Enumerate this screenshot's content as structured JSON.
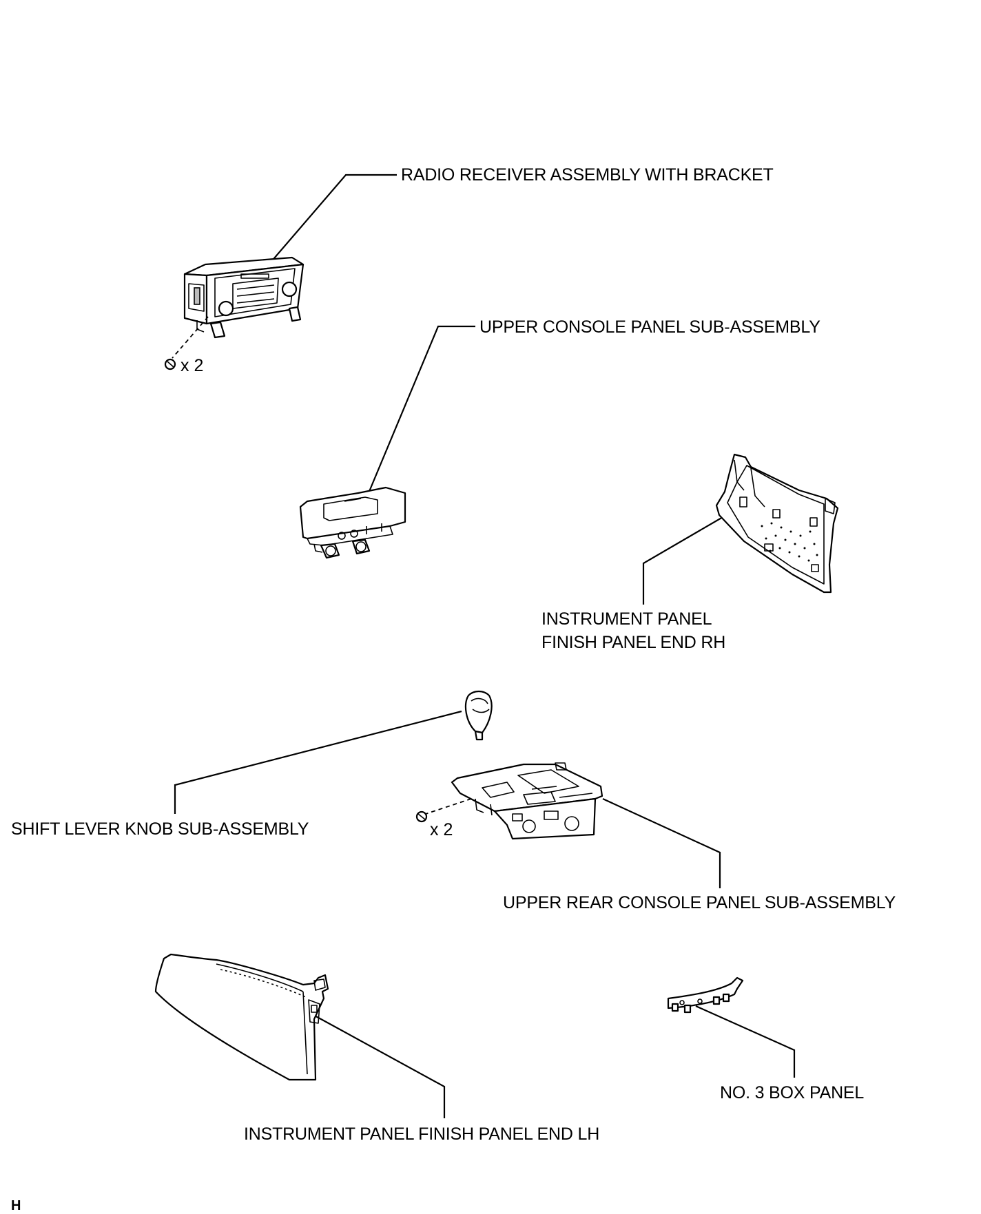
{
  "labels": {
    "radio_receiver": "RADIO RECEIVER ASSEMBLY WITH BRACKET",
    "upper_console": "UPPER CONSOLE PANEL SUB-ASSEMBLY",
    "finish_end_rh_line1": "INSTRUMENT PANEL",
    "finish_end_rh_line2": "FINISH PANEL END RH",
    "shift_knob": "SHIFT LEVER KNOB SUB-ASSEMBLY",
    "upper_rear_console": "UPPER REAR CONSOLE PANEL SUB-ASSEMBLY",
    "box_panel": "NO. 3 BOX PANEL",
    "finish_end_lh": "INSTRUMENT PANEL FINISH PANEL END LH"
  },
  "quantities": {
    "radio_screws": "x 2",
    "rear_console_screws": "x 2"
  },
  "figure_id": "H"
}
